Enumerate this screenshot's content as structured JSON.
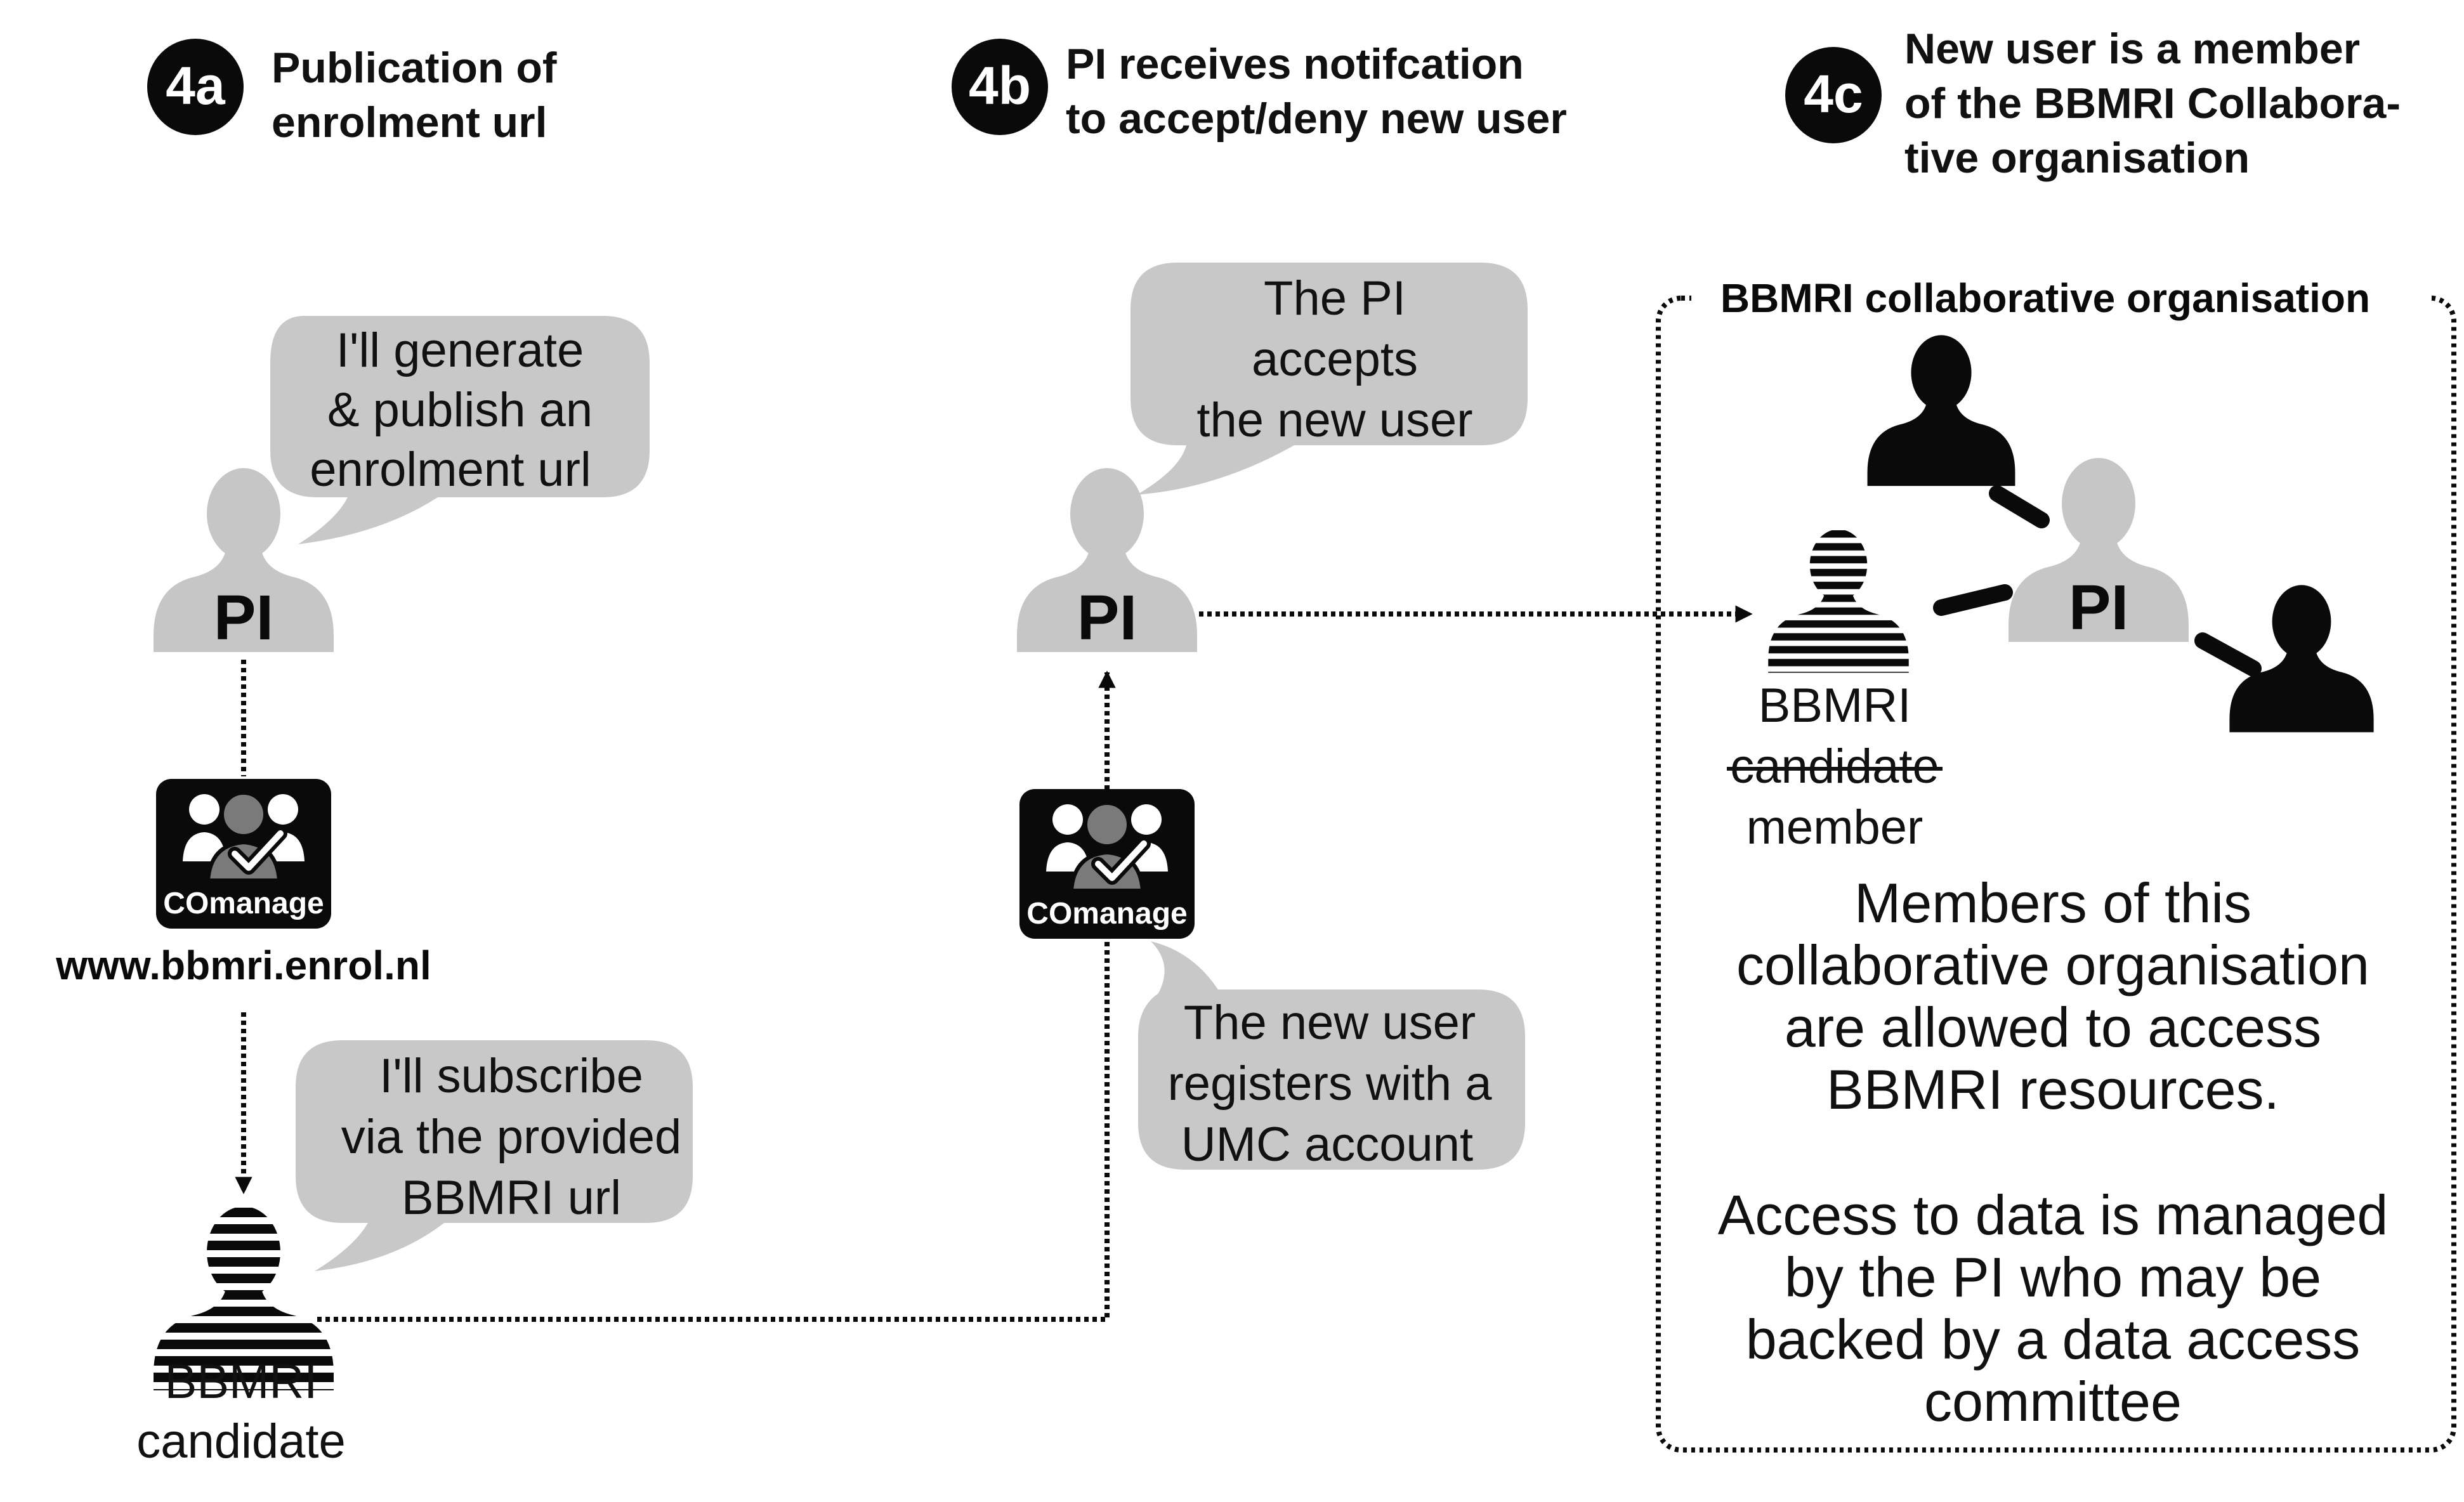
{
  "colors": {
    "bubble": "#c8c8c8",
    "person_pi": "#c6c6c6",
    "person_member": "#0a0a0a",
    "badge": "#0a0a0a",
    "text": "#111111"
  },
  "steps": [
    {
      "badge": "4a",
      "title_lines": [
        "Publication of",
        "enrolment url"
      ]
    },
    {
      "badge": "4b",
      "title_lines": [
        "PI receives notifcation",
        "to accept/deny new user"
      ]
    },
    {
      "badge": "4c",
      "title_lines": [
        "New user is a member",
        "of the BBMRI Collabora-",
        "tive organisation"
      ]
    }
  ],
  "bubbles": {
    "pi_generate": [
      "I'll generate",
      "& publish an",
      "enrolment url"
    ],
    "candidate_subscribe": [
      "I'll subscribe",
      "via the provided",
      "BBMRI url"
    ],
    "pi_accepts": [
      "The PI",
      "accepts",
      "the new user"
    ],
    "new_user_registers": [
      "The new user",
      "registers with a",
      "UMC account"
    ]
  },
  "labels": {
    "pi": "PI",
    "enrol_url": "www.bbmri.enrol.nl",
    "candidate": [
      "BBMRI",
      "candidate"
    ],
    "member_bbmri": "BBMRI",
    "member_struck": "candidate",
    "member_member": "member",
    "comanage": "COmanage"
  },
  "organisation": {
    "title": "BBMRI collaborative organisation",
    "description_1": [
      "Members of this",
      "collaborative organisation",
      "are allowed to access",
      "BBMRI resources."
    ],
    "description_2": [
      "Access to data is managed",
      "by the PI who may be",
      "backed by a data access",
      "committee"
    ]
  },
  "icons": {
    "pi_person": "person-icon",
    "member_person": "person-icon",
    "candidate_person": "striped-person-icon",
    "comanage": "comanage-logo-icon",
    "arrow": "arrow-head-icon"
  }
}
